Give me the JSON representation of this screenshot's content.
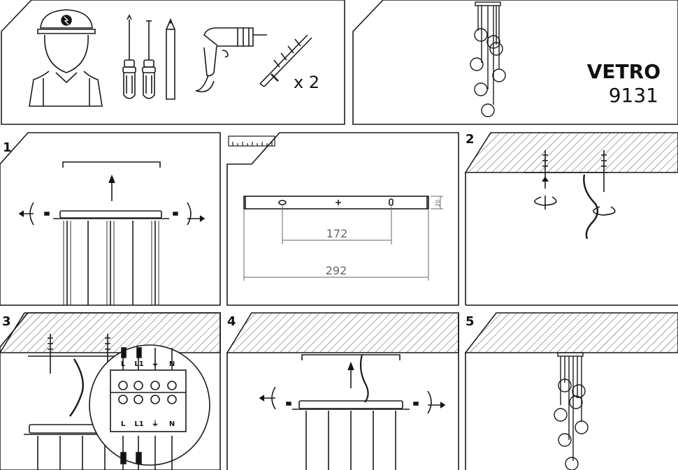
{
  "header": {
    "product_name": "VETRO",
    "product_code": "9131",
    "screw_count": "x 2"
  },
  "steps": {
    "s1": "1",
    "s2": "2",
    "s3": "3",
    "s4": "4",
    "s5": "5"
  },
  "dimensions": {
    "inner": "172",
    "outer": "292",
    "height": "20"
  },
  "terminal": {
    "top_labels": [
      "L",
      "L1",
      "⏚",
      "N"
    ],
    "bottom_labels": [
      "L",
      "L1",
      "⏚",
      "N"
    ]
  },
  "icons": {
    "installer": "electrician-icon",
    "tools": "screwdrivers-icon",
    "drill": "drill-icon",
    "anchor": "wall-plug-icon"
  },
  "colors": {
    "line": "#1a1a1a",
    "hatch": "#555555",
    "dim": "#666666"
  }
}
